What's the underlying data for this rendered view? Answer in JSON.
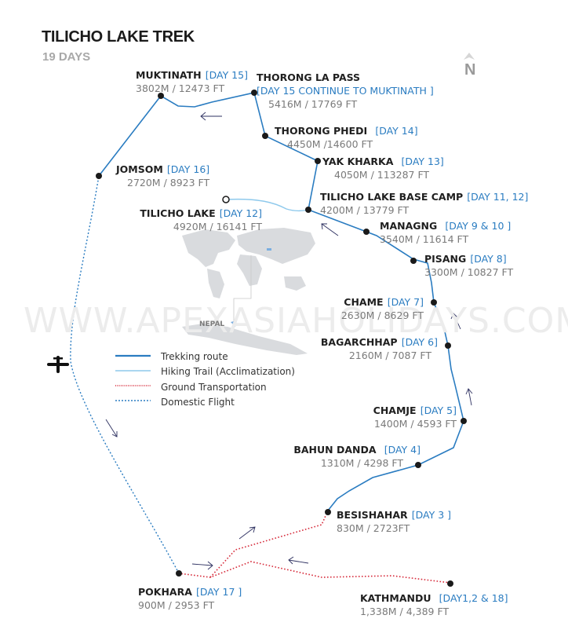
{
  "header": {
    "title": "TILICHO LAKE  TREK",
    "subtitle": "19 DAYS",
    "north": "N"
  },
  "watermark": "WWW.APEXASIAHOLIDAYS.COM",
  "inset": {
    "country_label": "NEPAL"
  },
  "colors": {
    "trekking_route": "#2a7cc1",
    "hiking_trail": "#8ec9ec",
    "ground_transport": "#d62a3a",
    "domestic_flight": "#2a7cc1",
    "day_text": "#2a7cc1",
    "altitude_text": "#7a7a7a"
  },
  "stops": [
    {
      "name": "MUKTINATH",
      "day": "[DAY 15]",
      "alt": "3802M / 12473 FT"
    },
    {
      "name": "THORONG LA PASS",
      "day": "[DAY 15 CONTINUE TO MUKTINATH ]",
      "alt": "5416M / 17769 FT"
    },
    {
      "name": "THORONG PHEDI",
      "day": "[DAY 14]",
      "alt": "4450M /14600 FT"
    },
    {
      "name": "YAK KHARKA",
      "day": "[DAY 13]",
      "alt": "4050M / 113287 FT"
    },
    {
      "name": "JOMSOM",
      "day": "[DAY 16]",
      "alt": "2720M / 8923 FT"
    },
    {
      "name": "TILICHO LAKE BASE CAMP",
      "day": "[DAY 11, 12]",
      "alt": "4200M / 13779 FT"
    },
    {
      "name": "TILICHO LAKE",
      "day": "[DAY 12]",
      "alt": "4920M / 16141 FT"
    },
    {
      "name": "MANAGNG",
      "day": "[DAY 9 & 10 ]",
      "alt": "3540M / 11614 FT"
    },
    {
      "name": "PISANG",
      "day": "[DAY 8]",
      "alt": "3300M / 10827 FT"
    },
    {
      "name": "CHAME",
      "day": "[DAY 7]",
      "alt": "2630M / 8629 FT"
    },
    {
      "name": "BAGARCHHAP",
      "day": "[DAY 6]",
      "alt": "2160M / 7087 FT"
    },
    {
      "name": "CHAMJE",
      "day": "[DAY 5]",
      "alt": "1400M / 4593 FT"
    },
    {
      "name": "BAHUN DANDA",
      "day": "[DAY 4]",
      "alt": "1310M / 4298 FT"
    },
    {
      "name": "BESISHAHAR",
      "day": "[DAY 3 ]",
      "alt": "830M / 2723FT"
    },
    {
      "name": "POKHARA",
      "day": "[DAY 17 ]",
      "alt": "900M / 2953 FT"
    },
    {
      "name": "KATHMANDU",
      "day": "[DAY1,2 & 18]",
      "alt": "1,338M / 4,389 FT"
    }
  ],
  "legend": [
    {
      "label": "Trekking route",
      "style": "solid-dark-blue"
    },
    {
      "label": "Hiking Trail (Acclimatization)",
      "style": "solid-light-blue"
    },
    {
      "label": "Ground Transportation",
      "style": "dotted-red"
    },
    {
      "label": "Domestic Flight",
      "style": "dotted-blue"
    }
  ]
}
